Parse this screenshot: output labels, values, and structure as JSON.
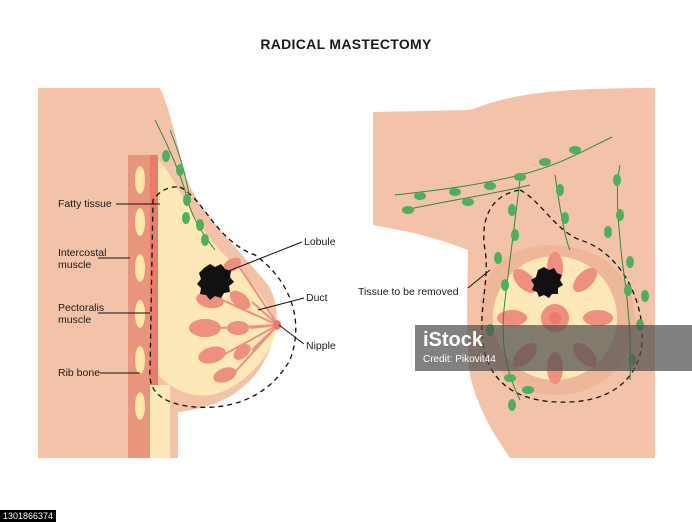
{
  "title": "RADICAL MASTECTOMY",
  "left_labels": {
    "fatty_tissue": "Fatty tissue",
    "intercostal_muscle": "Intercostal\nmuscle",
    "pectoralis_muscle": "Pectoralis\nmuscle",
    "rib_bone": "Rib bone",
    "lobule": "Lobule",
    "duct": "Duct",
    "nipple": "Nipple"
  },
  "right_labels": {
    "tissue_removed": "Tissue to be removed"
  },
  "watermark": {
    "logo": "iStock",
    "credit": "Credit: Pikovit44"
  },
  "stock_id": "1301866374",
  "colors": {
    "skin": "#f2c3a9",
    "fat": "#fde9b8",
    "lobule": "#ef8f7f",
    "muscle": "#e9957e",
    "rib": "#fbe8a8",
    "lymph": "#4db05a",
    "tumor": "#111111"
  }
}
